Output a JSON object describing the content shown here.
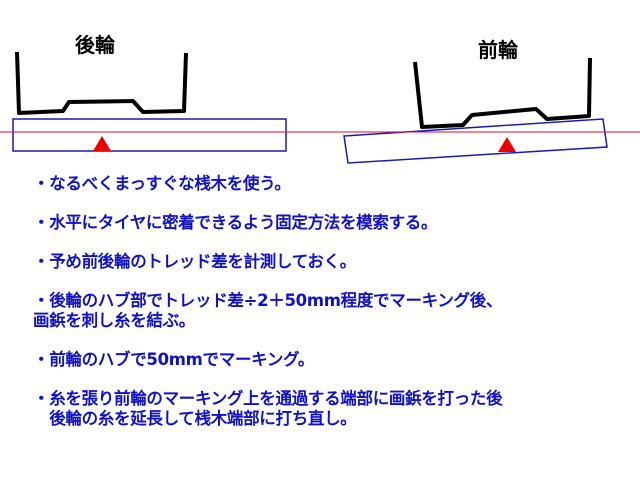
{
  "diagram": {
    "rear_label": "後輪",
    "front_label": "前輪"
  },
  "notes": [
    "・なるべくまっすぐな桟木を使う。",
    "・水平にタイヤに密着できるよう固定方法を模索する。",
    "・予め前後輪のトレッド差を計測しておく。",
    "・後輪のハブ部でトレッド差÷2＋50mm程度でマーキング後、\n画鋲を刺し糸を結ぶ。",
    "・前輪のハブで50mmでマーキング。",
    "・糸を張り前輪のマーキング上を通過する端部に画鋲を打った後\n　後輪の糸を延長して桟木端部に打ち直し。"
  ],
  "colors": {
    "text": "#1010c8",
    "board": "#1a1ab4",
    "string_line": "#d0102a",
    "marker": "#ee0000",
    "tire": "#000000"
  }
}
